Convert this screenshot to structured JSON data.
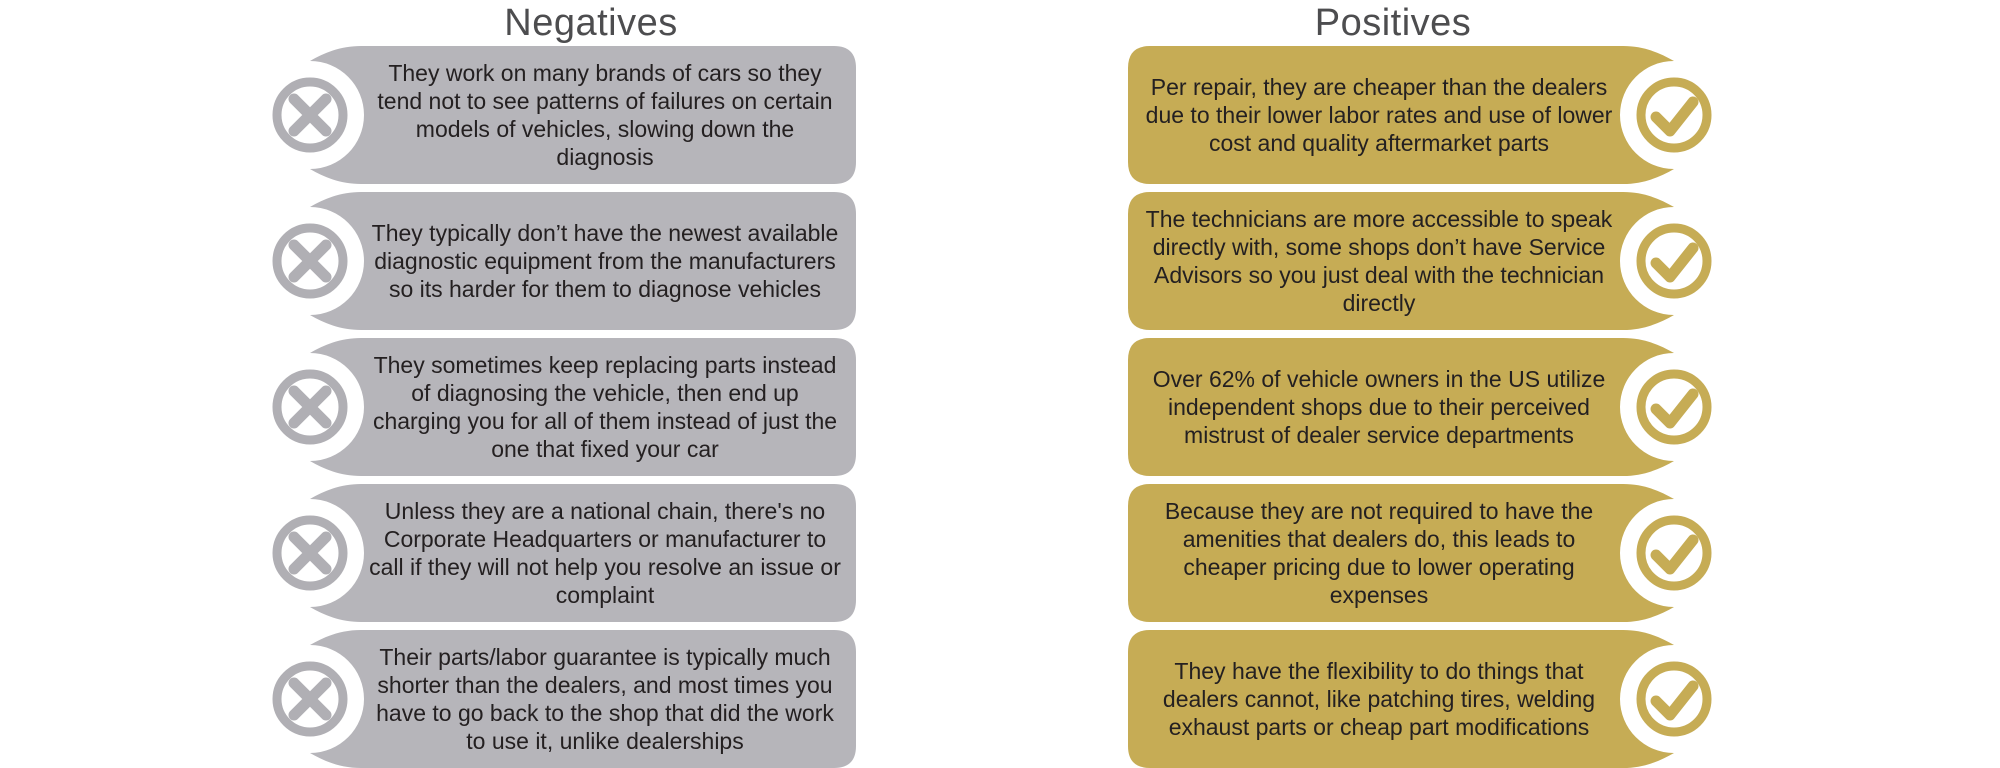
{
  "palette": {
    "background": "#ffffff",
    "negative_fill": "#b6b5ba",
    "negative_icon": "#b0afb4",
    "positive_fill": "#c6ac55",
    "positive_icon": "#c6ac55",
    "text_color": "#242021",
    "title_color": "#4d4d4f"
  },
  "negatives": {
    "title": "Negatives",
    "icon": "x-circle-icon",
    "items": [
      {
        "text": "They work on many brands of cars so they tend not to see patterns of failures on certain models of vehicles, slowing down the diagnosis"
      },
      {
        "text": "They typically don’t have the newest available diagnostic equipment from the manufacturers so its harder for them to diagnose vehicles"
      },
      {
        "text": "They sometimes keep replacing parts instead of diagnosing the vehicle, then end up charging you for all of them instead of just the one that fixed your car"
      },
      {
        "text": "Unless they are a national chain, there's no Corporate Headquarters or manufacturer to call if they will not help you resolve an issue or complaint"
      },
      {
        "text": "Their parts/labor guarantee is typically much shorter than the dealers, and most times you have to go back to the shop that did the work to use it, unlike dealerships"
      }
    ]
  },
  "positives": {
    "title": "Positives",
    "icon": "check-circle-icon",
    "items": [
      {
        "text": "Per repair, they are cheaper than the dealers due to their lower labor rates and use of lower cost and quality aftermarket parts"
      },
      {
        "text": "The technicians are more accessible to speak directly with, some shops don’t have Service Advisors so you just deal with the technician directly"
      },
      {
        "text": "Over 62% of vehicle owners in the US utilize independent shops due to their perceived mistrust of dealer service departments"
      },
      {
        "text": "Because they are not required to have the amenities that dealers do, this leads to cheaper pricing due to lower operating expenses"
      },
      {
        "text": "They have the flexibility to do things that dealers cannot, like patching tires, welding exhaust parts or cheap part modifications"
      }
    ]
  }
}
